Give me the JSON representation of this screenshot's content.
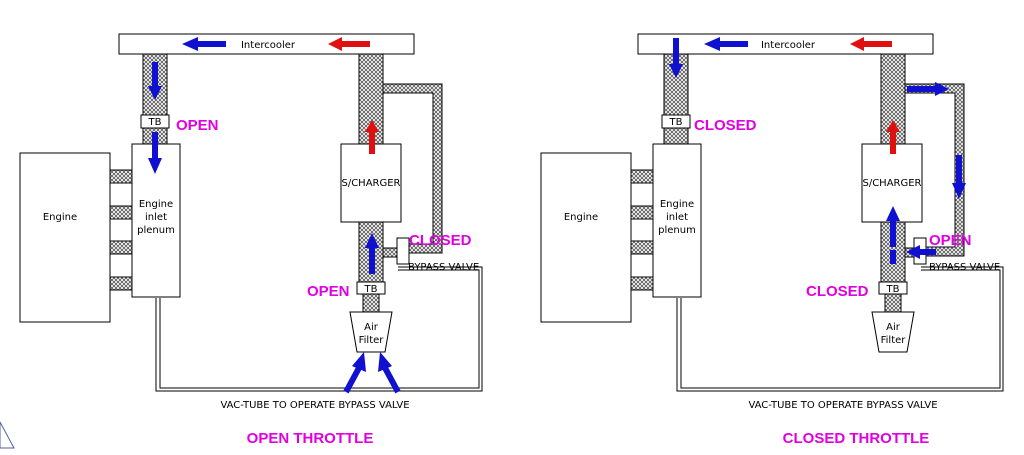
{
  "diagrams": [
    {
      "intercooler_label": "Intercooler",
      "engine_label": "Engine",
      "plenum_label": [
        "Engine",
        "inlet",
        "plenum"
      ],
      "supercharger_label": "S/CHARGER",
      "tb_top_label": "TB",
      "tb_bottom_label": "TB",
      "tb_top_state": "OPEN",
      "tb_bottom_state": "OPEN",
      "bypass_state": "CLOSED",
      "bypass_label": "BYPASS VALVE",
      "air_filter_label": [
        "Air",
        "Filter"
      ],
      "vac_tube_label": "VAC-TUBE TO OPERATE BYPASS VALVE",
      "caption": "OPEN THROTTLE"
    },
    {
      "intercooler_label": "Intercooler",
      "engine_label": "Engine",
      "plenum_label": [
        "Engine",
        "inlet",
        "plenum"
      ],
      "supercharger_label": "S/CHARGER",
      "tb_top_label": "TB",
      "tb_bottom_label": "TB",
      "tb_top_state": "CLOSED",
      "tb_bottom_state": "CLOSED",
      "bypass_state": "OPEN",
      "bypass_label": "BYPASS VALVE",
      "air_filter_label": [
        "Air",
        "Filter"
      ],
      "vac_tube_label": "VAC-TUBE TO OPERATE BYPASS VALVE",
      "caption": "CLOSED THROTTLE"
    }
  ],
  "colors": {
    "state_text": "#e000e0",
    "flow_blue": "#1010d0",
    "flow_red": "#e01010"
  }
}
